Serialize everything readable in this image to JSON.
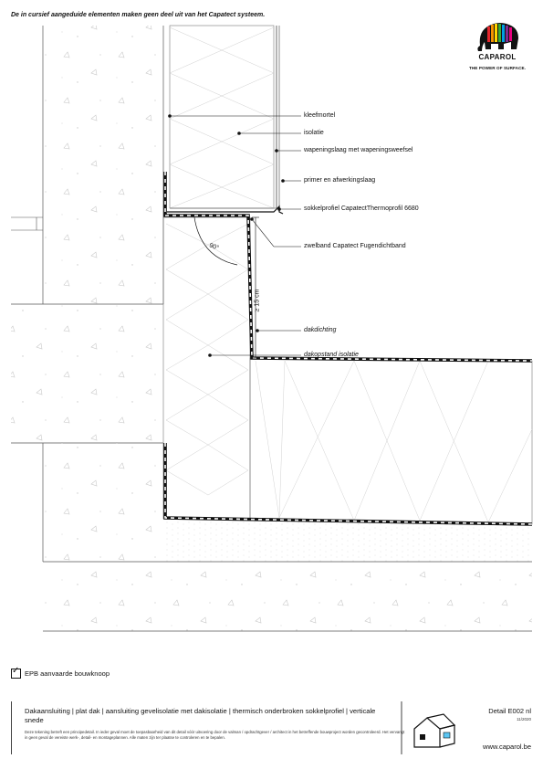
{
  "header": {
    "note": "De in cursief aangeduide elementen maken geen deel uit van het Capatect systeem."
  },
  "logo": {
    "brand": "CAPAROL",
    "slogan": "THE POWER OF SURFACE.",
    "icon": "elephant-logo-icon"
  },
  "labels": {
    "kleefmortel": "kleefmortel",
    "isolatie": "isolatie",
    "wapeningslaag": "wapeningslaag met wapeningsweefsel",
    "primer": "primer en afwerkingslaag",
    "sokkelprofiel": "sokkelprofiel CapatectThermoprofil 6680",
    "zwelband": "zwelband Capatect Fugendichtband",
    "dakdichting": "dakdichting",
    "dakopstand": "dakopstand isolatie",
    "angle": "90°",
    "height": "≥ 15 cm"
  },
  "epb": {
    "label": "EPB aanvaarde bouwknoop",
    "icon": "checkbox-checked-icon"
  },
  "footer": {
    "title": "Dakaansluiting | plat dak | aansluiting gevelisolatie met dakisolatie | thermisch onderbroken sokkelprofiel | verticale snede",
    "disclaimer": "Deze tekening betreft een principedetail. In ieder geval moet de toepasbaarheid van dit detail vóór uitvoering door de valman / opdrachtgever / architect in het betreffende bouwproject worden gecontroleerd. Het vervangt in geen geval de vereiste werk-, detail- en montageplannen. Alle maten zijn ter plaatse te controleren en te bepalen.",
    "code": "Detail E002 nl",
    "date": "11/2020",
    "url": "www.caparol.be",
    "icon": "house-icon"
  }
}
